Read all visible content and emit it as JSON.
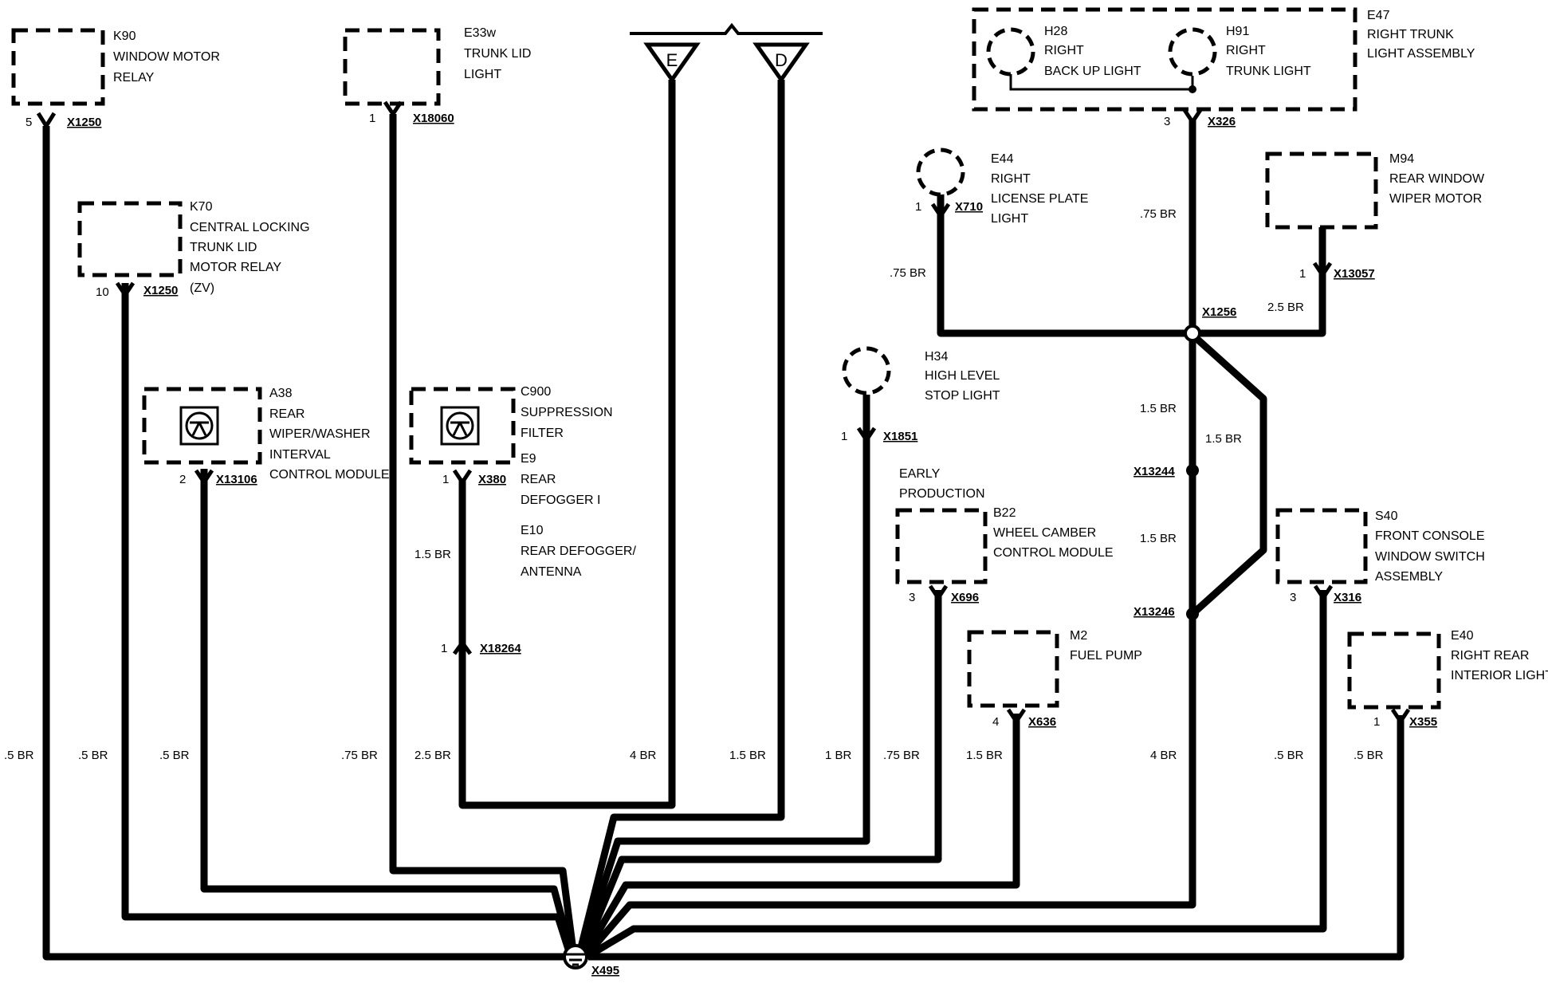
{
  "components": [
    {
      "id": "k90",
      "lines": [
        "K90",
        "WINDOW MOTOR",
        "RELAY"
      ]
    },
    {
      "id": "e33w",
      "lines": [
        "E33w",
        "TRUNK LID",
        "LIGHT"
      ]
    },
    {
      "id": "k70",
      "lines": [
        "K70",
        "CENTRAL LOCKING",
        "TRUNK LID",
        "MOTOR RELAY",
        "(ZV)"
      ]
    },
    {
      "id": "a38",
      "lines": [
        "A38",
        "REAR",
        "WIPER/WASHER",
        "INTERVAL",
        "CONTROL MODULE"
      ]
    },
    {
      "id": "c900",
      "lines": [
        "C900",
        "SUPPRESSION",
        "FILTER"
      ]
    },
    {
      "id": "e9e10",
      "lines": [
        "E9",
        "REAR",
        "DEFOGGER I",
        "",
        "E10",
        "REAR DEFOGGER/",
        "ANTENNA"
      ]
    },
    {
      "id": "h28",
      "lines": [
        "H28",
        "RIGHT",
        "BACK UP LIGHT"
      ]
    },
    {
      "id": "h91",
      "lines": [
        "H91",
        "RIGHT",
        "TRUNK LIGHT"
      ]
    },
    {
      "id": "e47",
      "lines": [
        "E47",
        "RIGHT TRUNK",
        "LIGHT ASSEMBLY"
      ]
    },
    {
      "id": "e44",
      "lines": [
        "E44",
        "RIGHT",
        "LICENSE PLATE",
        "LIGHT"
      ]
    },
    {
      "id": "m94",
      "lines": [
        "M94",
        "REAR WINDOW",
        "WIPER MOTOR"
      ]
    },
    {
      "id": "h34",
      "lines": [
        "H34",
        "HIGH LEVEL",
        "STOP LIGHT"
      ]
    },
    {
      "id": "b22",
      "lines": [
        "EARLY",
        "PRODUCTION",
        "B22",
        "WHEEL CAMBER",
        "CONTROL MODULE"
      ]
    },
    {
      "id": "s40",
      "lines": [
        "S40",
        "FRONT CONSOLE",
        "WINDOW SWITCH",
        "ASSEMBLY"
      ]
    },
    {
      "id": "m2",
      "lines": [
        "M2",
        "FUEL PUMP"
      ]
    },
    {
      "id": "e40",
      "lines": [
        "E40",
        "RIGHT REAR",
        "INTERIOR LIGHT"
      ]
    }
  ],
  "connectors": {
    "k90": {
      "pin": "5",
      "id": "X1250"
    },
    "e33w": {
      "pin": "1",
      "id": "X18060"
    },
    "k70": {
      "pin": "10",
      "id": "X1250"
    },
    "a38": {
      "pin": "2",
      "id": "X13106"
    },
    "c900": {
      "pin": "1",
      "id": "X380"
    },
    "inline": {
      "pin": "1",
      "id": "X18264"
    },
    "e47": {
      "pin": "3",
      "id": "X326"
    },
    "e44": {
      "pin": "1",
      "id": "X710"
    },
    "m94": {
      "pin": "1",
      "id": "X13057"
    },
    "h34": {
      "pin": "1",
      "id": "X1851"
    },
    "b22": {
      "pin": "3",
      "id": "X696"
    },
    "s40": {
      "pin": "3",
      "id": "X316"
    },
    "m2": {
      "pin": "4",
      "id": "X636"
    },
    "e40": {
      "pin": "1",
      "id": "X355"
    }
  },
  "splices": {
    "s1": "X1256",
    "s2": "X13244",
    "s3": "X13246"
  },
  "ground": {
    "id": "X495"
  },
  "references": {
    "e": "E",
    "d": "D"
  },
  "wire_gauges": {
    "g1": ".5 BR",
    "g2": ".5 BR",
    "g3": ".5 BR",
    "g4": ".75 BR",
    "g5": "2.5 BR",
    "g6": "4 BR",
    "g7": "1.5 BR",
    "g8": "1 BR",
    "g9": ".75 BR",
    "g10": "1.5 BR",
    "g11": "4 BR",
    "g12": ".5 BR",
    "g13": ".5 BR",
    "defog": "1.5 BR",
    "e47_wire": ".75 BR",
    "e44_wire": ".75 BR",
    "m94_wire": "2.5 BR",
    "splice_a": "1.5 BR",
    "splice_b": "1.5 BR",
    "splice_c": "1.5 BR"
  }
}
